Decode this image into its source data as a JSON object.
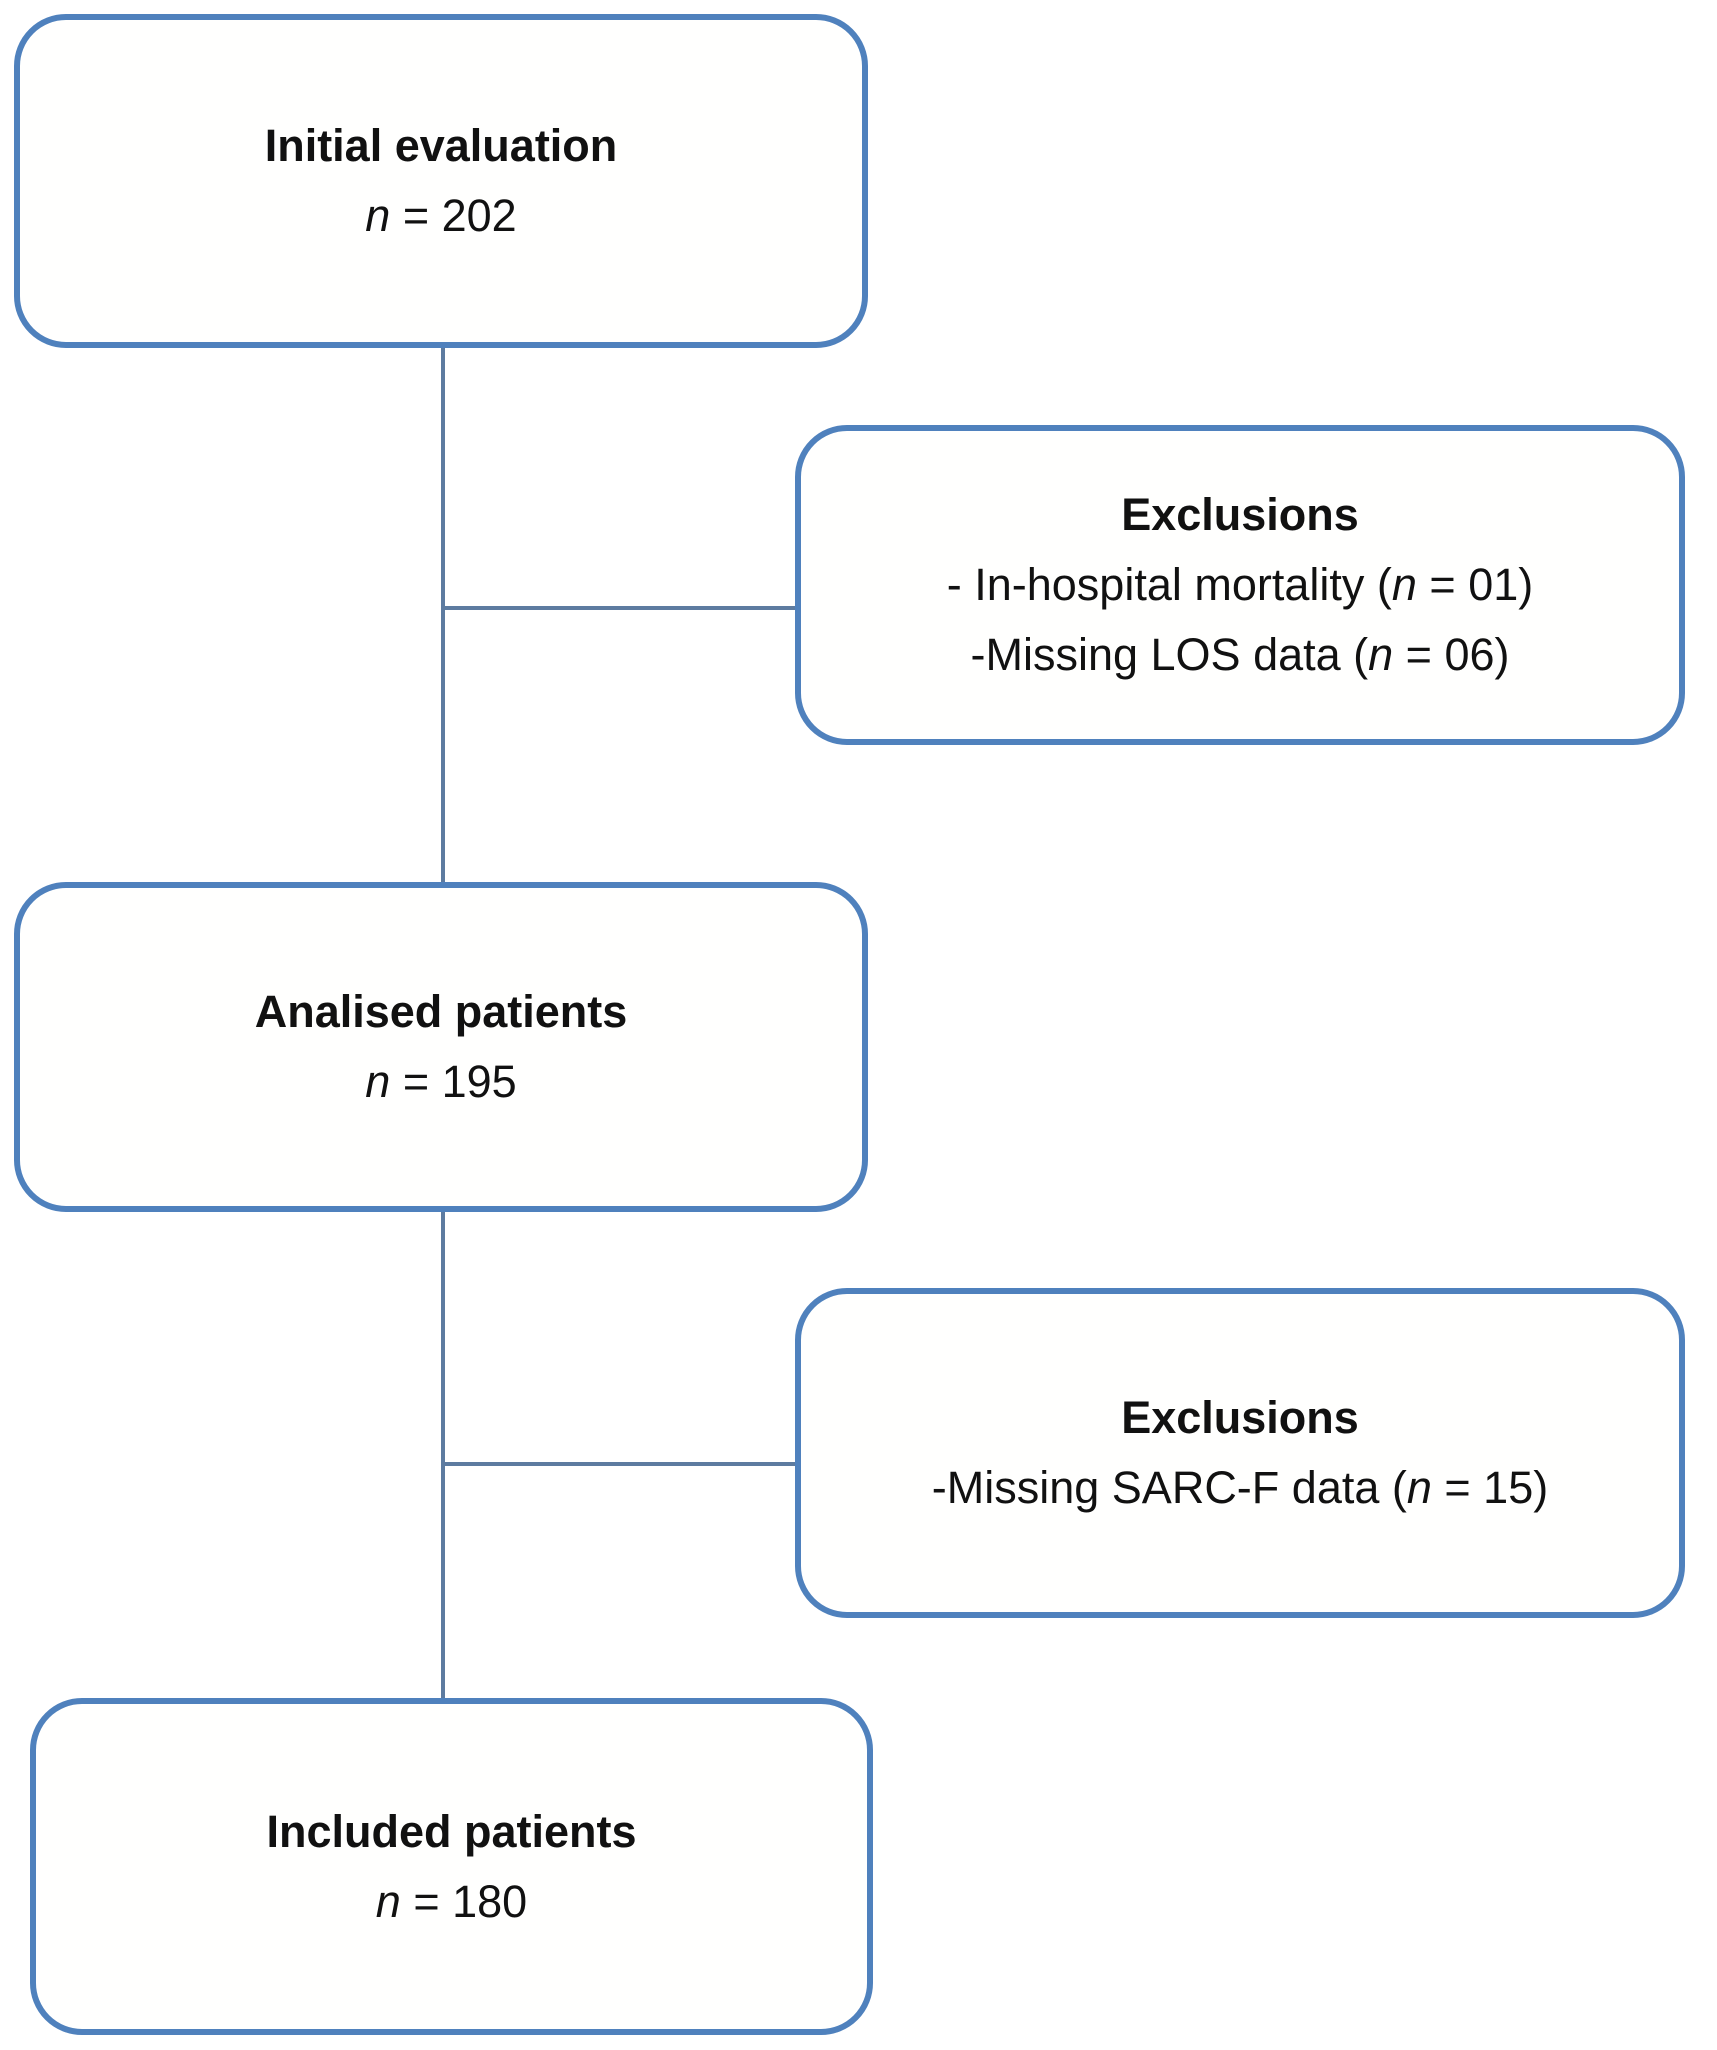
{
  "colors": {
    "box_border": "#4f81bd",
    "connector": "#5d7ba0",
    "text": "#111111",
    "background": "#ffffff"
  },
  "boxes": {
    "initial": {
      "lines": [
        {
          "bold": true,
          "segments": [
            {
              "t": "Initial evaluation"
            }
          ]
        },
        {
          "bold": false,
          "segments": [
            {
              "t": "n",
              "i": true
            },
            {
              "t": " = 202"
            }
          ]
        }
      ]
    },
    "exclusions1": {
      "lines": [
        {
          "bold": true,
          "segments": [
            {
              "t": "Exclusions"
            }
          ]
        },
        {
          "bold": false,
          "segments": [
            {
              "t": "- In-hospital mortality ("
            },
            {
              "t": "n",
              "i": true
            },
            {
              "t": " = 01)"
            }
          ]
        },
        {
          "bold": false,
          "segments": [
            {
              "t": "-Missing LOS data ("
            },
            {
              "t": "n",
              "i": true
            },
            {
              "t": " = 06)"
            }
          ]
        }
      ]
    },
    "analysed": {
      "lines": [
        {
          "bold": true,
          "segments": [
            {
              "t": "Analised patients"
            }
          ]
        },
        {
          "bold": false,
          "segments": [
            {
              "t": "n",
              "i": true
            },
            {
              "t": " = 195"
            }
          ]
        }
      ]
    },
    "exclusions2": {
      "lines": [
        {
          "bold": true,
          "segments": [
            {
              "t": "Exclusions"
            }
          ]
        },
        {
          "bold": false,
          "segments": [
            {
              "t": "-Missing SARC-F data ("
            },
            {
              "t": "n",
              "i": true
            },
            {
              "t": " = 15)"
            }
          ]
        }
      ]
    },
    "included": {
      "lines": [
        {
          "bold": true,
          "segments": [
            {
              "t": "Included patients"
            }
          ]
        },
        {
          "bold": false,
          "segments": [
            {
              "t": "n",
              "i": true
            },
            {
              "t": " = 180"
            }
          ]
        }
      ]
    }
  }
}
